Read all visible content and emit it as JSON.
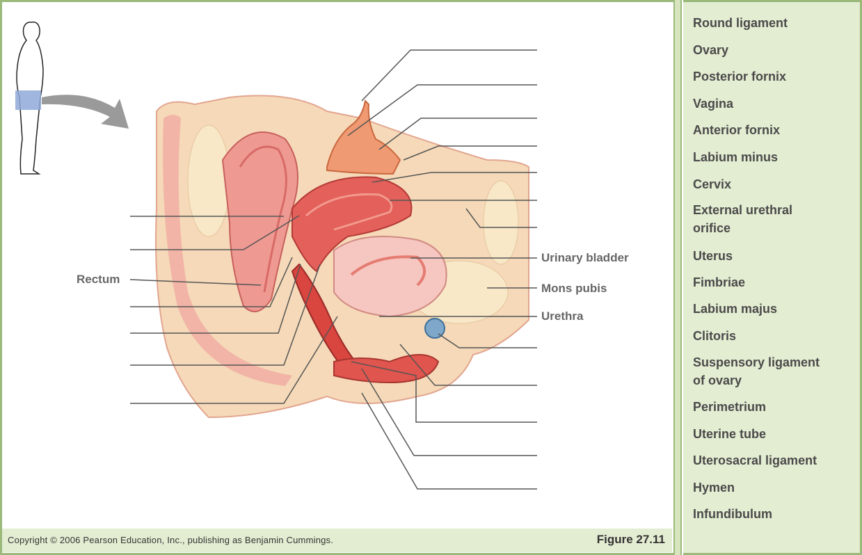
{
  "diagram": {
    "labels": {
      "rectum": "Rectum",
      "urinary_bladder": "Urinary bladder",
      "mons_pubis": "Mons pubis",
      "urethra": "Urethra"
    }
  },
  "word_bank": {
    "items": [
      {
        "line1": "Round ligament",
        "line2": ""
      },
      {
        "line1": "Ovary",
        "line2": ""
      },
      {
        "line1": "Posterior fornix",
        "line2": ""
      },
      {
        "line1": "Vagina",
        "line2": ""
      },
      {
        "line1": "Anterior fornix",
        "line2": ""
      },
      {
        "line1": "Labium minus",
        "line2": ""
      },
      {
        "line1": "Cervix",
        "line2": ""
      },
      {
        "line1": "External urethral",
        "line2": "orifice"
      },
      {
        "line1": "Uterus",
        "line2": ""
      },
      {
        "line1": "Fimbriae",
        "line2": ""
      },
      {
        "line1": "Labium majus",
        "line2": ""
      },
      {
        "line1": "Clitoris",
        "line2": ""
      },
      {
        "line1": "Suspensory ligament",
        "line2": "of ovary"
      },
      {
        "line1": "Perimetrium",
        "line2": ""
      },
      {
        "line1": "Uterine tube",
        "line2": ""
      },
      {
        "line1": "Uterosacral ligament",
        "line2": ""
      },
      {
        "line1": "Hymen",
        "line2": ""
      },
      {
        "line1": "Infundibulum",
        "line2": ""
      }
    ]
  },
  "footer": {
    "copyright": "Copyright © 2006 Pearson Education, Inc., publishing as Benjamin Cummings.",
    "figure": "Figure 27.11"
  }
}
